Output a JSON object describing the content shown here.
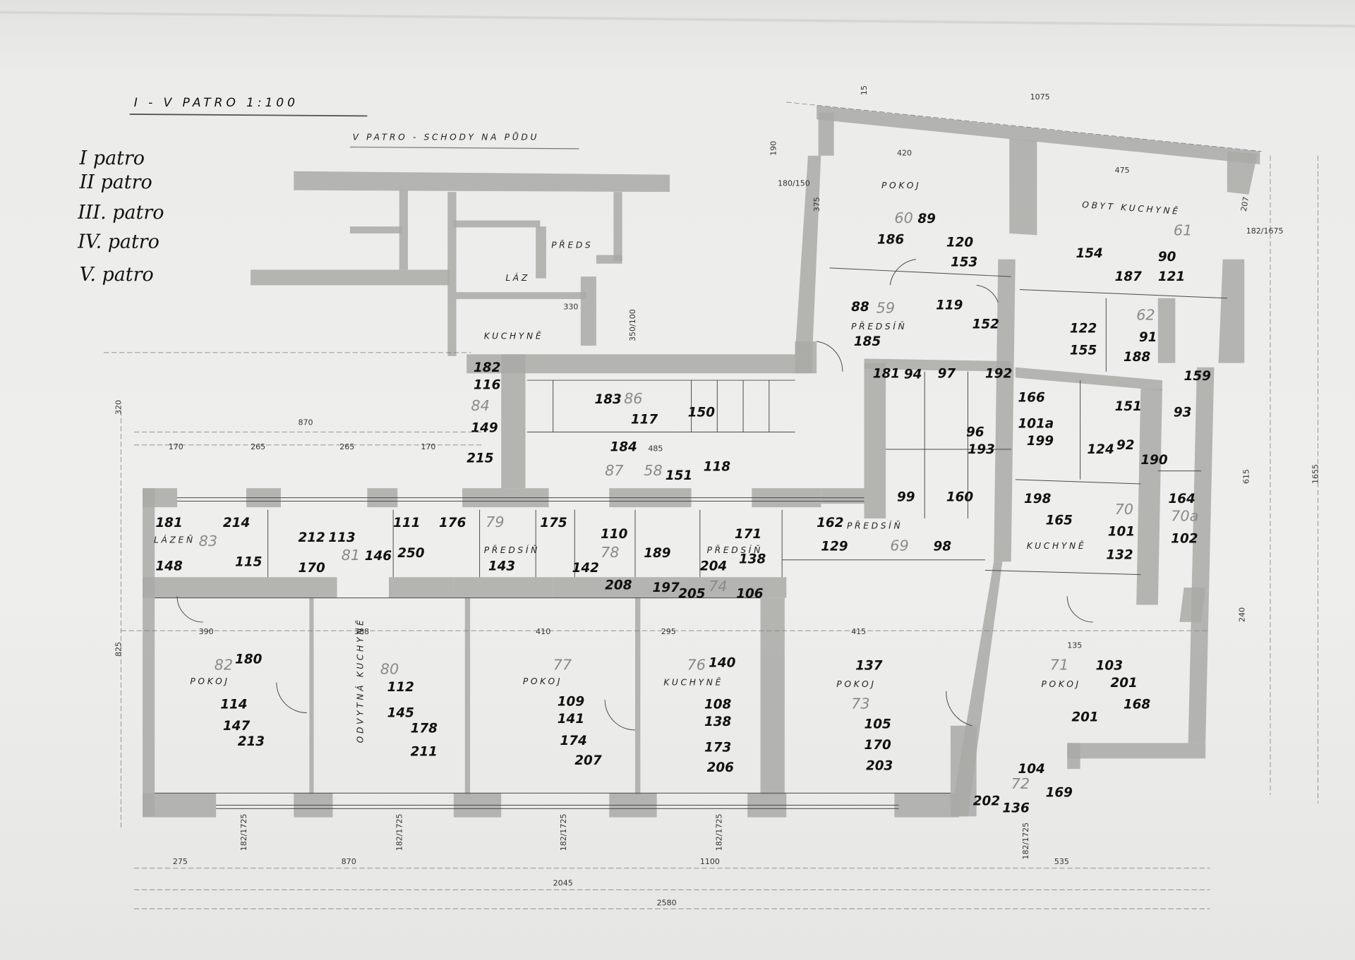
{
  "title": "I - V PATRO   1:100",
  "subtitle": "V PATRO - SCHODY NA PŮDU",
  "legend": [
    "I patro",
    "II patro",
    "III. patro",
    "IV. patro",
    "V. patro"
  ],
  "rooms": [
    "POKOJ",
    "OBYT KUCHYNĚ",
    "PŘEDSÍŇ",
    "PŘEDS",
    "LÁZ",
    "KUCHYNĚ",
    "LÁZEŇ",
    "PŘEDSÍŇ",
    "PŘEDSÍŇ",
    "PŘEDSÍŇ",
    "KUCHYNĚ",
    "POKOJ",
    "ODVYTNÁ KUCHYNĚ",
    "POKOJ",
    "KUCHYNĚ",
    "POKOJ",
    "POKOJ"
  ],
  "numbers": [
    "60",
    "89",
    "186",
    "120",
    "153",
    "154",
    "61",
    "90",
    "187",
    "121",
    "59",
    "88",
    "119",
    "152",
    "185",
    "62",
    "91",
    "188",
    "122",
    "155",
    "159",
    "93",
    "166",
    "101a",
    "199",
    "151",
    "92",
    "124",
    "190",
    "198",
    "165",
    "70",
    "101",
    "132",
    "70a",
    "102",
    "164",
    "96",
    "193",
    "99",
    "160",
    "181",
    "94",
    "97",
    "192",
    "182",
    "116",
    "84",
    "149",
    "183",
    "86",
    "117",
    "150",
    "184",
    "87",
    "58",
    "151",
    "118",
    "215",
    "181",
    "214",
    "83",
    "148",
    "115",
    "212",
    "113",
    "170",
    "81",
    "146",
    "111",
    "250",
    "176",
    "79",
    "143",
    "175",
    "110",
    "78",
    "142",
    "208",
    "189",
    "197",
    "205",
    "171",
    "138",
    "204",
    "74",
    "106",
    "162",
    "129",
    "69",
    "98",
    "82",
    "180",
    "114",
    "147",
    "213",
    "80",
    "112",
    "145",
    "178",
    "211",
    "77",
    "109",
    "141",
    "174",
    "207",
    "76",
    "140",
    "108",
    "138",
    "173",
    "206",
    "137",
    "73",
    "105",
    "170",
    "203",
    "71",
    "103",
    "201",
    "168",
    "201",
    "104",
    "72",
    "136",
    "169",
    "202"
  ],
  "dimensions": [
    "1075",
    "420",
    "475",
    "15",
    "190",
    "180/150",
    "375",
    "207",
    "182/1675",
    "870",
    "170",
    "265",
    "265",
    "170",
    "485",
    "320",
    "825",
    "390",
    "388",
    "410",
    "295",
    "415",
    "135",
    "275",
    "870",
    "1100",
    "535",
    "2045",
    "2580",
    "182/1725",
    "182/1725",
    "182/1725",
    "182/1725",
    "182/1725",
    "350/100",
    "330",
    "1655",
    "240",
    "615"
  ]
}
